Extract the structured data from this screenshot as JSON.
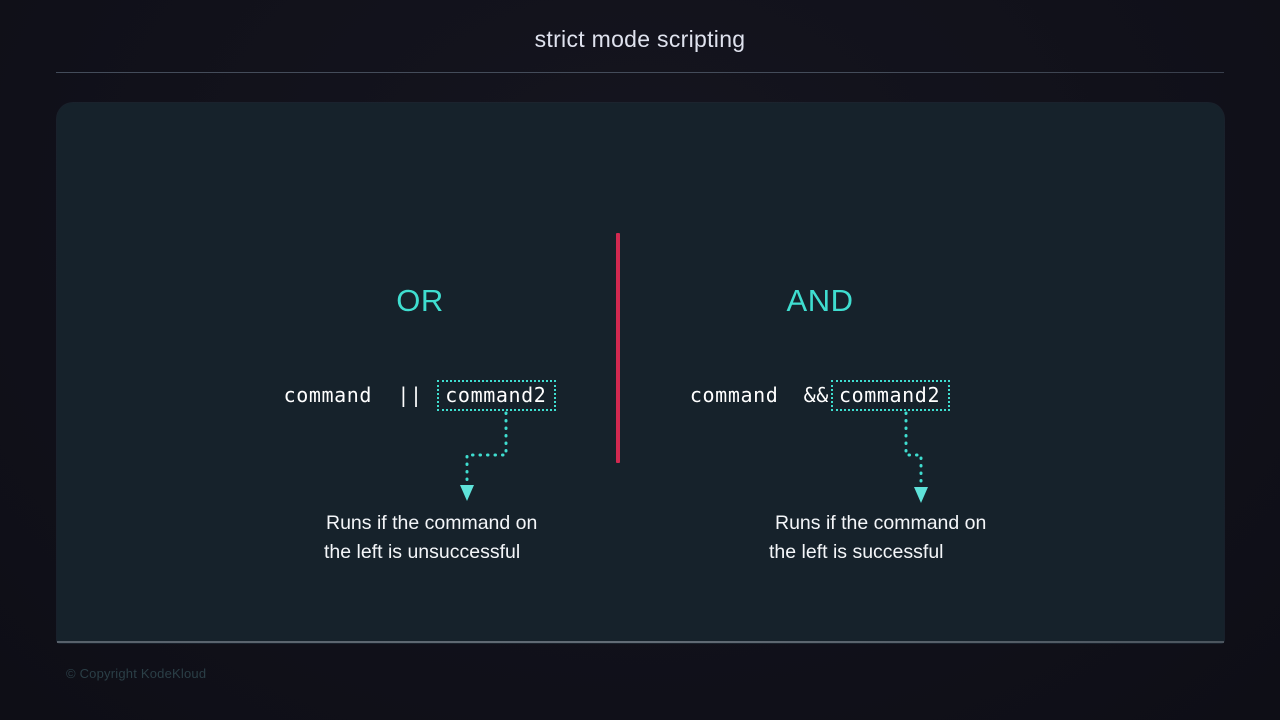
{
  "header": {
    "title": "strict mode scripting"
  },
  "colors": {
    "page_background": "#12121e",
    "card_background": "#16222b",
    "accent_cyan": "#3fded0",
    "divider_red": "#d22950",
    "title_text": "#dfe2ee",
    "body_text": "#f4f6f9",
    "footer_text": "#2b3f47"
  },
  "columns": [
    {
      "id": "or",
      "heading": "OR",
      "expression_prefix": "command  || ",
      "expression_boxed": "command2",
      "caption_line1": "Runs if the command on",
      "caption_line2": "the left is unsuccessful"
    },
    {
      "id": "and",
      "heading": "AND",
      "expression_prefix": "command  &&",
      "expression_boxed": "command2",
      "caption_line1": "Runs if the command on",
      "caption_line2": "the left is successful"
    }
  ],
  "footer": {
    "copyright": "© Copyright KodeKloud"
  }
}
